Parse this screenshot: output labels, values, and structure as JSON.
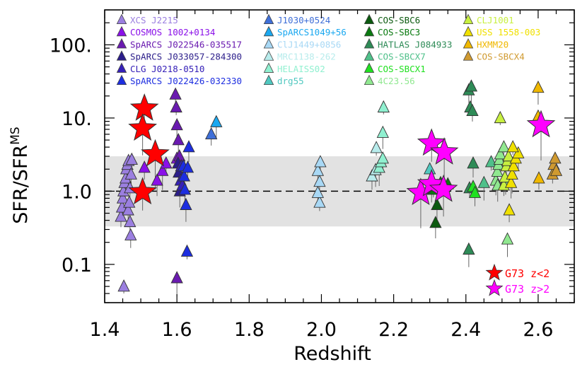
{
  "chart_data": {
    "type": "scatter",
    "xlabel": "Redshift",
    "ylabel": {
      "main": "SFR/SFR",
      "sup": "MS"
    },
    "xlim": [
      1.4,
      2.7
    ],
    "ylim": [
      0.03,
      300
    ],
    "yscale": "log",
    "xticks": [
      {
        "value": 1.4,
        "label": "1.4"
      },
      {
        "value": 1.6,
        "label": "1.6"
      },
      {
        "value": 1.8,
        "label": "1.8"
      },
      {
        "value": 2.0,
        "label": "2.0"
      },
      {
        "value": 2.2,
        "label": "2.2"
      },
      {
        "value": 2.4,
        "label": "2.4"
      },
      {
        "value": 2.6,
        "label": "2.6"
      }
    ],
    "yticks": [
      {
        "value": 0.1,
        "label": "0.1"
      },
      {
        "value": 1.0,
        "label": "1.0"
      },
      {
        "value": 10,
        "label": "10."
      },
      {
        "value": 100,
        "label": "100."
      }
    ],
    "main_sequence_band": [
      0.33,
      3.0
    ],
    "reference_line": 1.0,
    "series": [
      {
        "name": "XCS J2215",
        "marker": "triangle",
        "color": "#9b7fe0",
        "points": [
          [
            1.453,
            0.05
          ],
          [
            1.445,
            0.45
          ],
          [
            1.448,
            0.6
          ],
          [
            1.45,
            0.8
          ],
          [
            1.452,
            1.0
          ],
          [
            1.455,
            1.3
          ],
          [
            1.458,
            1.5
          ],
          [
            1.46,
            2.0
          ],
          [
            1.463,
            2.3
          ],
          [
            1.466,
            2.6
          ],
          [
            1.465,
            0.55
          ],
          [
            1.468,
            0.7
          ],
          [
            1.47,
            1.1
          ],
          [
            1.473,
            1.7
          ],
          [
            1.475,
            2.7
          ],
          [
            1.47,
            0.38
          ],
          [
            1.472,
            0.25
          ]
        ]
      },
      {
        "name": "COSMOS 1002+0134",
        "marker": "triangle",
        "color": "#8a10e8",
        "points": [
          [
            1.51,
            2.1
          ],
          [
            1.545,
            1.4
          ],
          [
            1.56,
            1.9
          ],
          [
            1.57,
            2.4
          ],
          [
            1.6,
            2.8
          ]
        ]
      },
      {
        "name": "SpARCS J022546-035517",
        "marker": "triangle",
        "color": "#6a1ab0",
        "points": [
          [
            1.596,
            21
          ],
          [
            1.598,
            14
          ],
          [
            1.6,
            8
          ],
          [
            1.604,
            5
          ],
          [
            1.6,
            0.065
          ],
          [
            1.607,
            3
          ]
        ]
      },
      {
        "name": "SpARCS J033057-284300",
        "marker": "triangle",
        "color": "#2b1d8a",
        "points": [
          [
            1.603,
            2.4
          ],
          [
            1.605,
            1.8
          ],
          [
            1.608,
            1.0
          ]
        ]
      },
      {
        "name": "CLG J0218-0510",
        "marker": "triangle",
        "color": "#3520b8",
        "points": [
          [
            1.61,
            1.4
          ],
          [
            1.612,
            2.2
          ],
          [
            1.615,
            1.2
          ]
        ]
      },
      {
        "name": "SpARCS J022426-032330",
        "marker": "triangle",
        "color": "#1d2ee0",
        "points": [
          [
            1.618,
            2.2
          ],
          [
            1.62,
            1.6
          ],
          [
            1.622,
            1.05
          ],
          [
            1.625,
            0.65
          ],
          [
            1.628,
            0.15
          ],
          [
            1.63,
            2.1
          ],
          [
            1.633,
            4.0
          ]
        ]
      },
      {
        "name": "J1030+0524",
        "marker": "triangle",
        "color": "#3f6fd8",
        "points": [
          [
            1.695,
            6.0
          ]
        ]
      },
      {
        "name": "SpARCS1049+56",
        "marker": "triangle",
        "color": "#1aa8f0",
        "points": [
          [
            1.709,
            8.8
          ]
        ]
      },
      {
        "name": "ClJ1449+0856",
        "marker": "triangle",
        "color": "#a8d8f5",
        "points": [
          [
            1.995,
            0.7
          ],
          [
            1.99,
            0.95
          ],
          [
            1.995,
            1.35
          ],
          [
            1.99,
            1.9
          ],
          [
            1.997,
            2.5
          ]
        ]
      },
      {
        "name": "MRC1138-262",
        "marker": "triangle",
        "color": "#b8ecec",
        "points": [
          [
            2.14,
            1.6
          ],
          [
            2.15,
            1.95
          ],
          [
            2.152,
            3.9
          ]
        ]
      },
      {
        "name": "HELAISS02",
        "marker": "triangle",
        "color": "#90f0d0",
        "points": [
          [
            2.16,
            2.1
          ],
          [
            2.165,
            2.5
          ],
          [
            2.17,
            2.8
          ],
          [
            2.17,
            6.3
          ],
          [
            2.172,
            14
          ]
        ]
      },
      {
        "name": "drg55",
        "marker": "triangle",
        "color": "#50c8c0",
        "points": [
          [
            2.3,
            2.0
          ]
        ]
      },
      {
        "name": "COS-SBC6",
        "marker": "triangle",
        "color": "#0c5a10",
        "points": [
          [
            2.316,
            0.37
          ],
          [
            2.32,
            0.65
          ]
        ]
      },
      {
        "name": "COS-SBC3",
        "marker": "triangle",
        "color": "#0a7a10",
        "points": [
          [
            2.31,
            1.05
          ],
          [
            2.33,
            1.3
          ],
          [
            2.35,
            1.25
          ]
        ]
      },
      {
        "name": "HATLAS J084933",
        "marker": "triangle",
        "color": "#2e8b57",
        "points": [
          [
            2.408,
            24
          ],
          [
            2.415,
            27
          ],
          [
            2.412,
            14
          ],
          [
            2.418,
            12.5
          ],
          [
            2.42,
            2.4
          ],
          [
            2.408,
            0.16
          ],
          [
            2.41,
            1.1
          ]
        ]
      },
      {
        "name": "COS-SBCX7",
        "marker": "triangle",
        "color": "#4fc08a",
        "points": [
          [
            2.45,
            1.3
          ],
          [
            2.47,
            2.5
          ]
        ]
      },
      {
        "name": "COS-SBCX1",
        "marker": "triangle",
        "color": "#20e020",
        "points": [
          [
            2.42,
            1.15
          ],
          [
            2.425,
            0.95
          ]
        ]
      },
      {
        "name": "4C23.56",
        "marker": "triangle",
        "color": "#90e890",
        "points": [
          [
            2.483,
            1.4
          ],
          [
            2.487,
            1.85
          ],
          [
            2.49,
            2.3
          ],
          [
            2.493,
            2.7
          ],
          [
            2.488,
            1.2
          ],
          [
            2.495,
            3.2
          ],
          [
            2.505,
            4.0
          ],
          [
            2.51,
            1.4
          ],
          [
            2.515,
            0.22
          ]
        ]
      },
      {
        "name": "CLJ1001",
        "marker": "triangle",
        "color": "#c8f040",
        "points": [
          [
            2.495,
            10
          ],
          [
            2.505,
            1.2
          ],
          [
            2.508,
            1.55
          ],
          [
            2.512,
            2.2
          ],
          [
            2.515,
            2.6
          ],
          [
            2.518,
            3.0
          ]
        ]
      },
      {
        "name": "USS 1558-003",
        "marker": "triangle",
        "color": "#f0e000",
        "points": [
          [
            2.52,
            0.55
          ],
          [
            2.525,
            1.3
          ],
          [
            2.528,
            1.7
          ],
          [
            2.532,
            2.2
          ],
          [
            2.538,
            2.8
          ],
          [
            2.545,
            3.3
          ],
          [
            2.53,
            4.0
          ]
        ]
      },
      {
        "name": "HXMM20",
        "marker": "triangle",
        "color": "#f0b800",
        "points": [
          [
            2.6,
            26
          ],
          [
            2.6,
            10.5
          ],
          [
            2.602,
            1.5
          ]
        ]
      },
      {
        "name": "COS-SBCX4",
        "marker": "triangle",
        "color": "#d09a30",
        "points": [
          [
            2.64,
            1.7
          ],
          [
            2.643,
            2.3
          ],
          [
            2.647,
            2.8
          ],
          [
            2.65,
            1.9
          ]
        ]
      },
      {
        "name": "G73 z<2",
        "marker": "star",
        "color": "#ff0000",
        "points": [
          [
            1.51,
            13.5
          ],
          [
            1.505,
            7.2
          ],
          [
            1.54,
            3.2
          ],
          [
            1.505,
            0.97
          ]
        ]
      },
      {
        "name": "G73 z>2",
        "marker": "star",
        "color": "#ff00ff",
        "points": [
          [
            2.305,
            4.5
          ],
          [
            2.34,
            3.4
          ],
          [
            2.275,
            0.95
          ],
          [
            2.305,
            1.25
          ],
          [
            2.338,
            1.05
          ],
          [
            2.608,
            8.0
          ]
        ]
      }
    ]
  },
  "legend": {
    "columns": [
      [
        {
          "label": "XCS J2215",
          "color": "#9b7fe0"
        },
        {
          "label": "COSMOS 1002+0134",
          "color": "#8a10e8"
        },
        {
          "label": "SpARCS J022546-035517",
          "color": "#6a1ab0"
        },
        {
          "label": "SpARCS J033057-284300",
          "color": "#2b1d8a"
        },
        {
          "label": "CLG J0218-0510",
          "color": "#3520b8"
        },
        {
          "label": "SpARCS J022426-032330",
          "color": "#1d2ee0"
        }
      ],
      [
        {
          "label": "J1030+0524",
          "color": "#3f6fd8"
        },
        {
          "label": "SpARCS1049+56",
          "color": "#1aa8f0"
        },
        {
          "label": "ClJ1449+0856",
          "color": "#a8d8f5"
        },
        {
          "label": "MRC1138-262",
          "color": "#b8ecec"
        },
        {
          "label": "HELAISS02",
          "color": "#90f0d0"
        },
        {
          "label": "drg55",
          "color": "#50c8c0"
        }
      ],
      [
        {
          "label": "COS-SBC6",
          "color": "#0c5a10"
        },
        {
          "label": "COS-SBC3",
          "color": "#0a7a10"
        },
        {
          "label": "HATLAS J084933",
          "color": "#2e8b57"
        },
        {
          "label": "COS-SBCX7",
          "color": "#4fc08a"
        },
        {
          "label": "COS-SBCX1",
          "color": "#20e020"
        },
        {
          "label": "4C23.56",
          "color": "#90e890"
        }
      ],
      [
        {
          "label": "CLJ1001",
          "color": "#c8f040"
        },
        {
          "label": "USS 1558-003",
          "color": "#f0e000"
        },
        {
          "label": "HXMM20",
          "color": "#f0b800"
        },
        {
          "label": "COS-SBCX4",
          "color": "#d09a30"
        }
      ]
    ],
    "stars": [
      {
        "label": "G73 z<2",
        "color": "#ff0000"
      },
      {
        "label": "G73 z>2",
        "color": "#ff00ff"
      }
    ]
  }
}
